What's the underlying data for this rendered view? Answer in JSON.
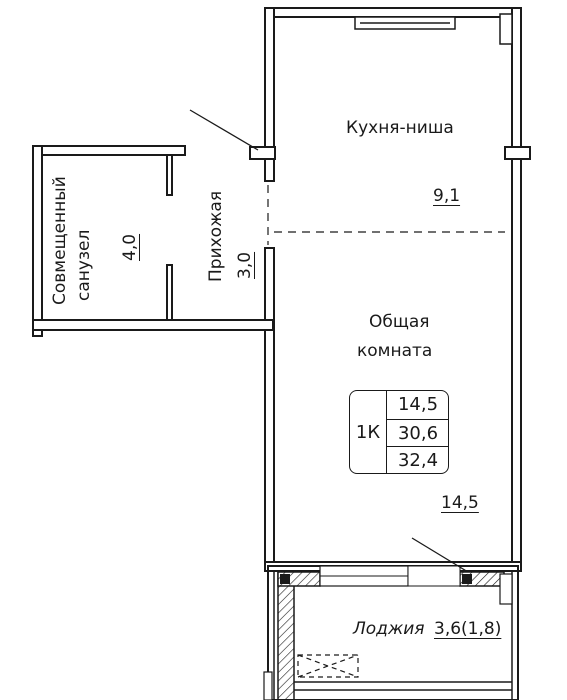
{
  "rooms": {
    "kitchen": {
      "name": "Кухня-ниша",
      "area": "9,1"
    },
    "living": {
      "name_line1": "Общая",
      "name_line2": "комната",
      "area": "14,5"
    },
    "hall": {
      "name": "Прихожая",
      "area": "3,0"
    },
    "bathroom": {
      "name_line1": "Совмещенный",
      "name_line2": "санузел",
      "area": "4,0"
    },
    "loggia": {
      "name": "Лоджия",
      "area": "3,6(1,8)"
    }
  },
  "summary": {
    "type": "1К",
    "living_area": "14,5",
    "total_area": "30,6",
    "total_with_loggia": "32,4"
  },
  "colors": {
    "wall": "#1a1a1a",
    "wall_fill": "#ffffff",
    "insulation": "#d9b5a0"
  }
}
